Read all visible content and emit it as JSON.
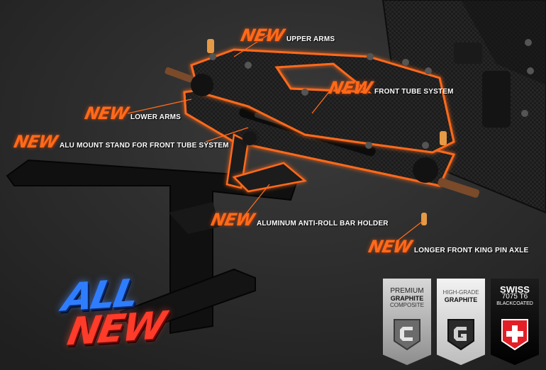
{
  "callouts": [
    {
      "tag": "NEW",
      "text": "UPPER ARMS"
    },
    {
      "tag": "NEW",
      "text": "FRONT TUBE SYSTEM"
    },
    {
      "tag": "NEW",
      "text": "LOWER ARMS"
    },
    {
      "tag": "NEW",
      "text": "ALU MOUNT STAND FOR FRONT TUBE SYSTEM"
    },
    {
      "tag": "NEW",
      "text": "ALUMINUM ANTI-ROLL BAR HOLDER"
    },
    {
      "tag": "NEW",
      "text": "LONGER FRONT KING PIN AXLE"
    }
  ],
  "headline": {
    "line1": "ALL",
    "line2": "NEW"
  },
  "badges": [
    {
      "line1": "PREMIUM",
      "line2": "GRAPHITE",
      "line3": "COMPOSITE",
      "icon": "c-letter-icon"
    },
    {
      "line1": "HIGH-GRADE",
      "line2": "GRAPHITE",
      "line3": "",
      "icon": "g-letter-icon"
    },
    {
      "line1": "SWISS",
      "line2": "7075 T6",
      "line3": "BLACKCOATED",
      "icon": "swiss-cross-icon"
    }
  ],
  "colors": {
    "accent": "#ff6a1a",
    "background": "#2e2e2e",
    "carbon": "#1a1a1a",
    "swiss_red": "#e41e26"
  }
}
